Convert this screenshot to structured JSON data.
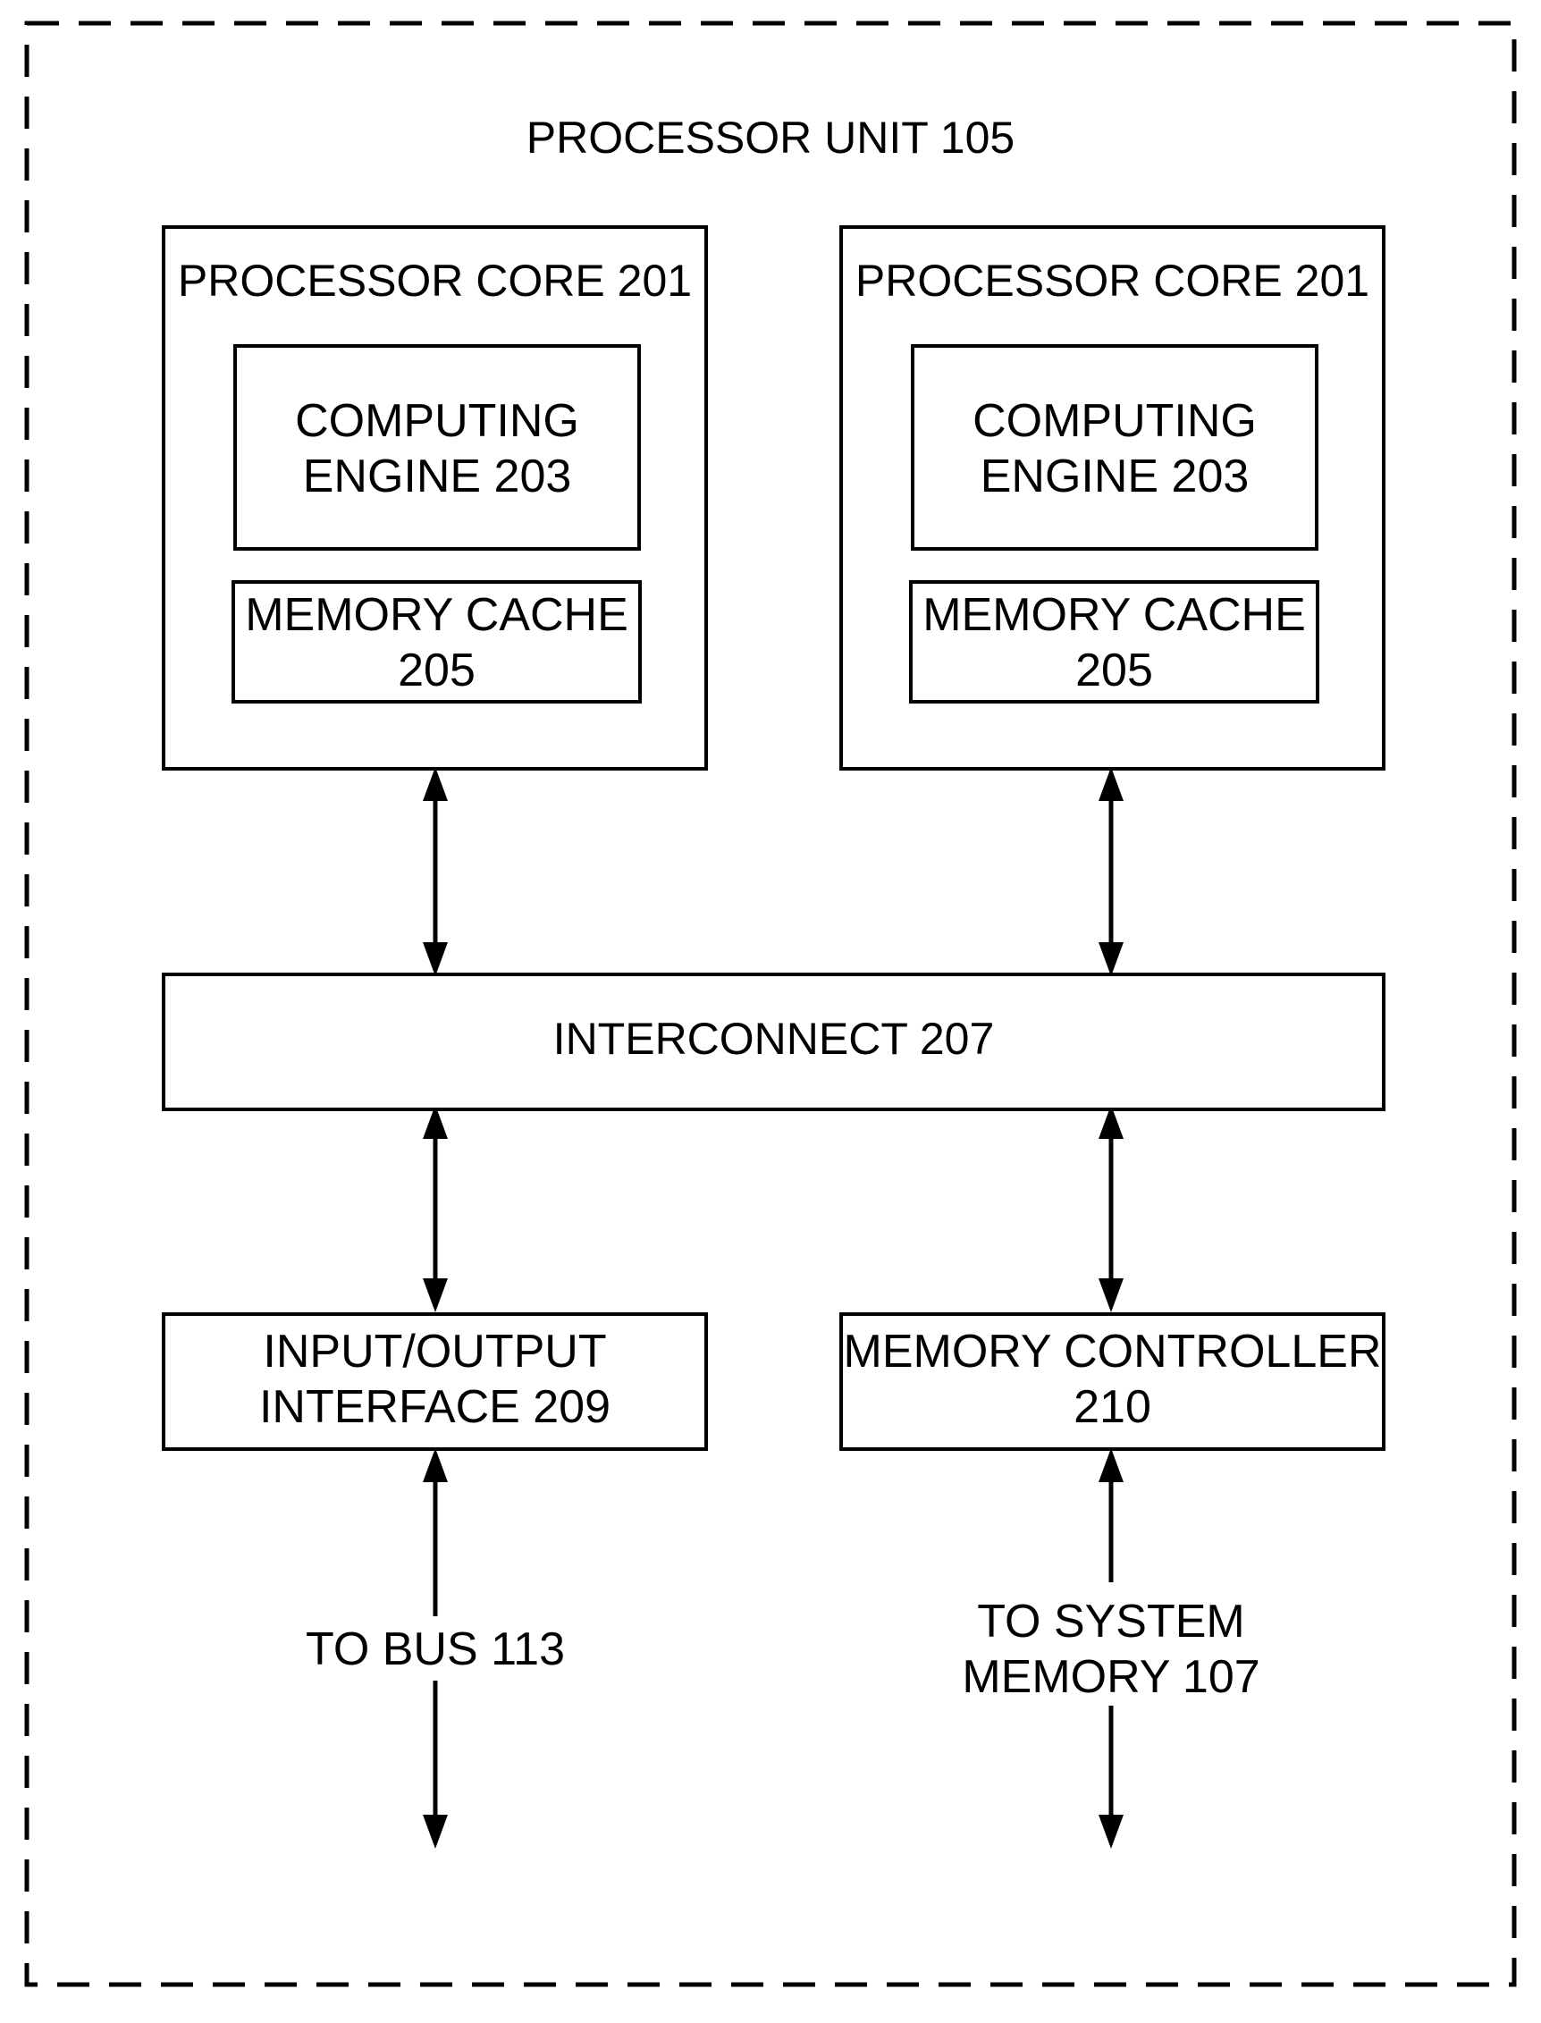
{
  "unit": {
    "title": "PROCESSOR UNIT 105"
  },
  "cores": [
    {
      "title": "PROCESSOR CORE 201",
      "engine": [
        "COMPUTING",
        "ENGINE 203"
      ],
      "cache": [
        "MEMORY CACHE",
        "205"
      ]
    },
    {
      "title": "PROCESSOR CORE 201",
      "engine": [
        "COMPUTING",
        "ENGINE 203"
      ],
      "cache": [
        "MEMORY CACHE",
        "205"
      ]
    }
  ],
  "interconnect": {
    "label": "INTERCONNECT 207"
  },
  "io_interface": {
    "lines": [
      "INPUT/OUTPUT",
      "INTERFACE 209"
    ]
  },
  "memory_controller": {
    "lines": [
      "MEMORY CONTROLLER",
      "210"
    ]
  },
  "external": {
    "bus": "TO BUS 113",
    "system_memory": [
      "TO SYSTEM",
      "MEMORY 107"
    ]
  },
  "connections": [
    {
      "from": "cores.0",
      "to": "interconnect",
      "bidirectional": true
    },
    {
      "from": "cores.1",
      "to": "interconnect",
      "bidirectional": true
    },
    {
      "from": "interconnect",
      "to": "io_interface",
      "bidirectional": true
    },
    {
      "from": "interconnect",
      "to": "memory_controller",
      "bidirectional": true
    },
    {
      "from": "io_interface",
      "to": "external.bus",
      "bidirectional": true
    },
    {
      "from": "memory_controller",
      "to": "external.system_memory",
      "bidirectional": true
    }
  ]
}
